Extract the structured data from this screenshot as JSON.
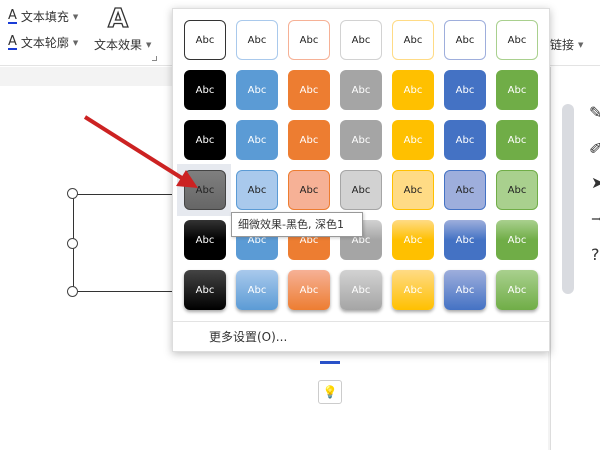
{
  "ribbon": {
    "text_fill": "文本填充",
    "text_outline": "文本轮廓",
    "text_effect": "文本效果",
    "link": "链接"
  },
  "gallery": {
    "sample_text": "Abc",
    "colors": [
      "#000000",
      "#5b9bd5",
      "#ed7d31",
      "#a5a5a5",
      "#ffc000",
      "#4472c4",
      "#70ad47"
    ],
    "light_colors": [
      "#7f7f7f",
      "#a9c9ec",
      "#f6b196",
      "#d2d2d2",
      "#ffdb85",
      "#9eaedc",
      "#a9d08e"
    ],
    "rows": [
      "outline",
      "fill",
      "colored-fill",
      "subtle",
      "moderate",
      "intense"
    ],
    "selected": {
      "row": 3,
      "col": 0
    },
    "more_settings": "更多设置(O)..."
  },
  "tooltip": "细微效果-黑色, 深色1",
  "annotation": {
    "arrow_color": "#cc2222"
  }
}
